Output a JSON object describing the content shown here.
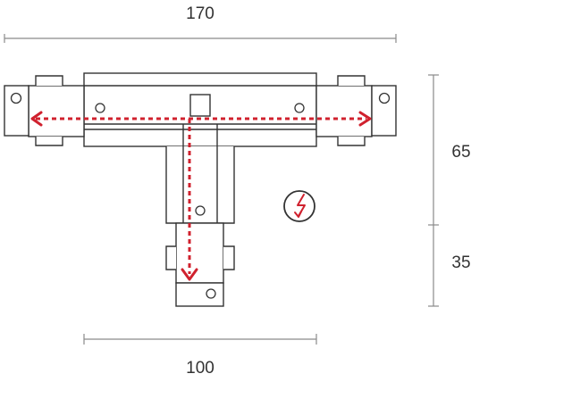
{
  "dimensions": {
    "top_width": "170",
    "right_upper_height": "65",
    "right_lower_height": "35",
    "bottom_width": "100"
  },
  "icons": {
    "power_feed": "lightning-bolt-in-circle-icon"
  },
  "colors": {
    "outline": "#333333",
    "dimension_line": "#8a8a8a",
    "arrow_path": "#d0212e"
  }
}
